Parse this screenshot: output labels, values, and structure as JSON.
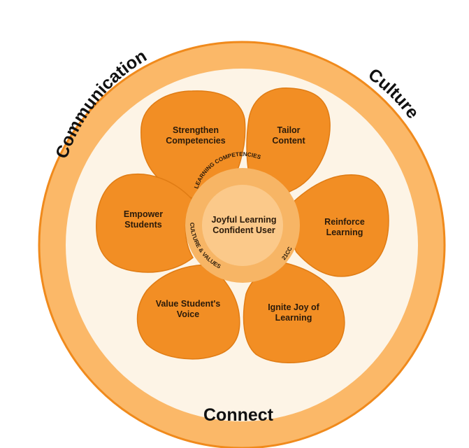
{
  "colors": {
    "outer_ring": "#fbb868",
    "outer_ring_edge": "#f08a1c",
    "inner_disc": "#fdf4e6",
    "petal": "#f28e24",
    "petal_edge": "#e07c14",
    "center_ring": "#f7b565",
    "center_disc": "#fbc98a"
  },
  "outer_ring": {
    "left_label": "Communication",
    "right_label": "Culture",
    "bottom_label": "Connect"
  },
  "center": {
    "line1": "Joyful Learning",
    "line2": "Confident User",
    "arc_top": "LEARNING COMPETENCIES",
    "arc_left": "CULTURE & VALUES",
    "arc_right": "21CC"
  },
  "petals": [
    {
      "line1": "Strengthen",
      "line2": "Competencies"
    },
    {
      "line1": "Tailor",
      "line2": "Content"
    },
    {
      "line1": "Reinforce",
      "line2": "Learning"
    },
    {
      "line1": "Ignite Joy of",
      "line2": "Learning"
    },
    {
      "line1": "Value Student's",
      "line2": "Voice"
    },
    {
      "line1": "Empower",
      "line2": "Students"
    }
  ]
}
